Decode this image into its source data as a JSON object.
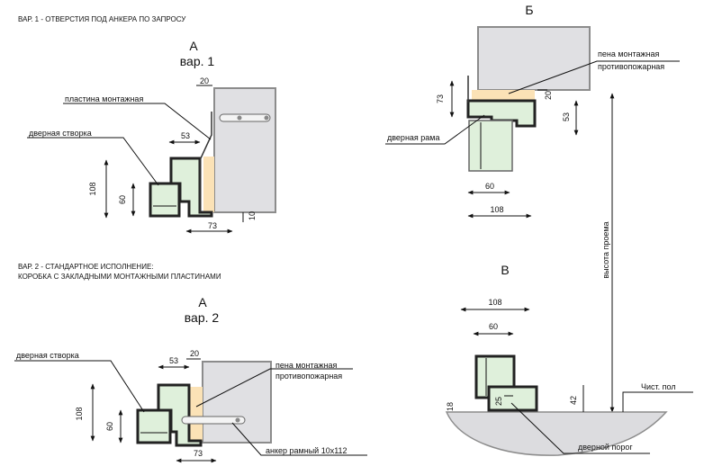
{
  "headers": {
    "var1": "ВАР. 1 - ОТВЕРСТИЯ ПОД АНКЕРА ПО ЗАПРОСУ",
    "var2_line1": "ВАР. 2 - СТАНДАРТНОЕ ИСПОЛНЕНИЕ:",
    "var2_line2": "КОРОБКА С ЗАКЛАДНЫМИ МОНТАЖНЫМИ ПЛАСТИНАМИ"
  },
  "views": {
    "a1": {
      "letter": "А",
      "subtitle": "вар. 1"
    },
    "a2": {
      "letter": "А",
      "subtitle": "вар. 2"
    },
    "b": {
      "letter": "Б"
    },
    "v": {
      "letter": "В"
    }
  },
  "labels": {
    "mounting_plate": "пластина монтажная",
    "door_leaf": "дверная створка",
    "fire_foam_l1": "пена монтажная",
    "fire_foam_l2": "противопожарная",
    "door_frame": "дверная рама",
    "opening_height": "высота проема",
    "finished_floor": "Чист. пол",
    "threshold": "дверной порог",
    "frame_anchor": "анкер рамный 10х112"
  },
  "dims": {
    "a1": {
      "d20": "20",
      "d53": "53",
      "d108": "108",
      "d60": "60",
      "d73": "73",
      "d10": "10"
    },
    "a2": {
      "d20": "20",
      "d53": "53",
      "d108": "108",
      "d60": "60",
      "d73": "73"
    },
    "b": {
      "d73": "73",
      "d20": "20",
      "d53": "53",
      "d60": "60",
      "d108": "108"
    },
    "v": {
      "d108": "108",
      "d60": "60",
      "d18": "18",
      "d25": "25",
      "d42": "42"
    }
  }
}
